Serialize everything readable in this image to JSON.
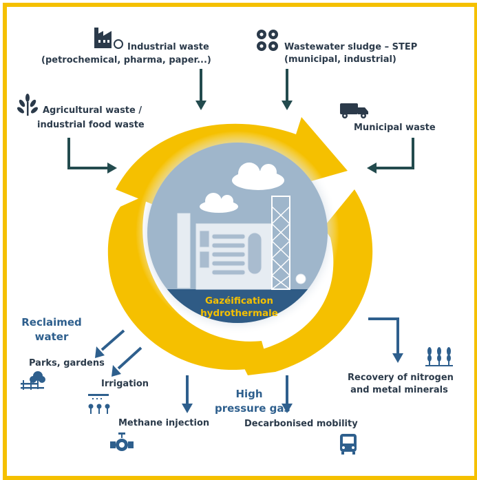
{
  "colors": {
    "frame": "#f5c000",
    "cycle": "#f5c000",
    "arrow_in": "#234b4e",
    "arrow_out": "#2e5f8d",
    "sky": "#9fb6cb",
    "water": "#2f5b85",
    "text": "#2b3a4a"
  },
  "center": {
    "line1": "Gazéification",
    "line2": "hydrothermale"
  },
  "inputs": {
    "industrial": {
      "line1": "Industrial waste",
      "line2": "(petrochemical, pharma, paper...)",
      "icon": "factory-icon"
    },
    "sludge": {
      "line1": "Wastewater sludge – STEP",
      "line2": "(municipal, industrial)",
      "icon": "treatment-plant-icon"
    },
    "agricultural": {
      "line1": "Agricultural waste /",
      "line2": "industrial food waste",
      "icon": "wheat-icon"
    },
    "municipal": {
      "line1": "Municipal waste",
      "icon": "garbage-truck-icon"
    }
  },
  "outputs": {
    "reclaimed": {
      "line1": "Reclaimed",
      "line2": "water"
    },
    "parks": {
      "label": "Parks, gardens",
      "icon": "park-icon"
    },
    "irrigation": {
      "label": "Irrigation",
      "icon": "sprinkler-icon"
    },
    "methane": {
      "label": "Methane injection",
      "icon": "valve-icon"
    },
    "gas": {
      "line1": "High",
      "line2": "pressure gas"
    },
    "mobility": {
      "label": "Decarbonised mobility",
      "icon": "bus-icon"
    },
    "minerals": {
      "line1": "Recovery of nitrogen",
      "line2": "and metal minerals",
      "icon": "crops-icon"
    }
  }
}
